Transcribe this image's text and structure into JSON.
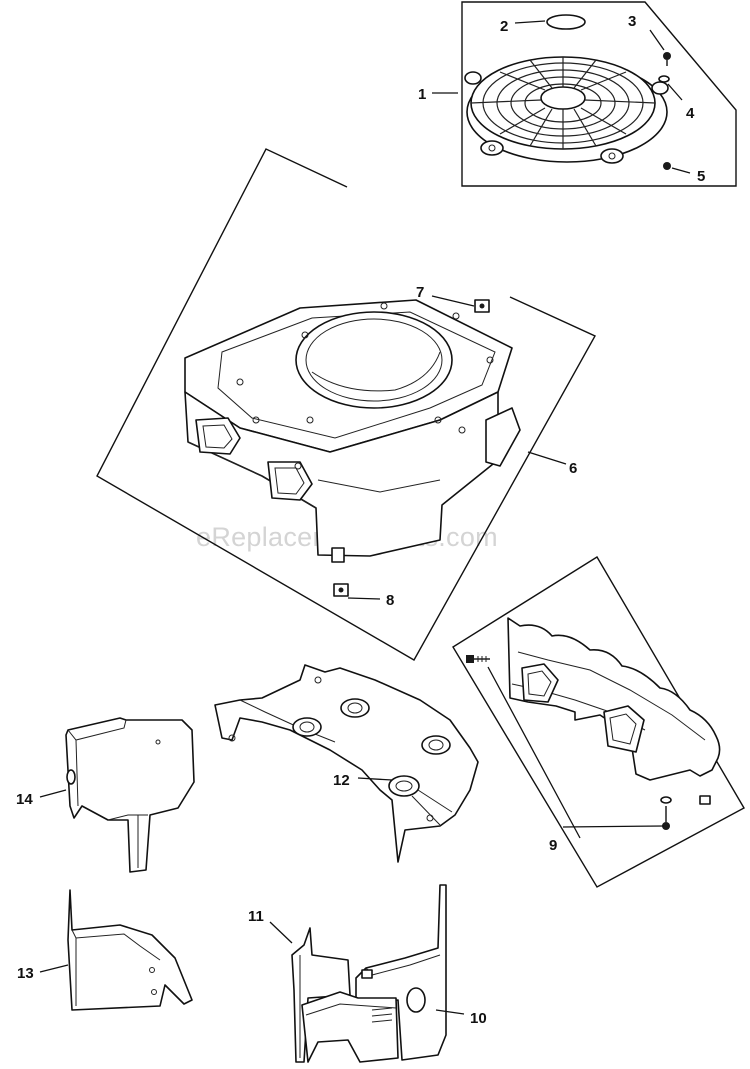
{
  "watermark": "eReplacementParts.com",
  "callouts": [
    "1",
    "2",
    "3",
    "4",
    "5",
    "6",
    "7",
    "8",
    "9",
    "10",
    "11",
    "12",
    "13",
    "14"
  ]
}
